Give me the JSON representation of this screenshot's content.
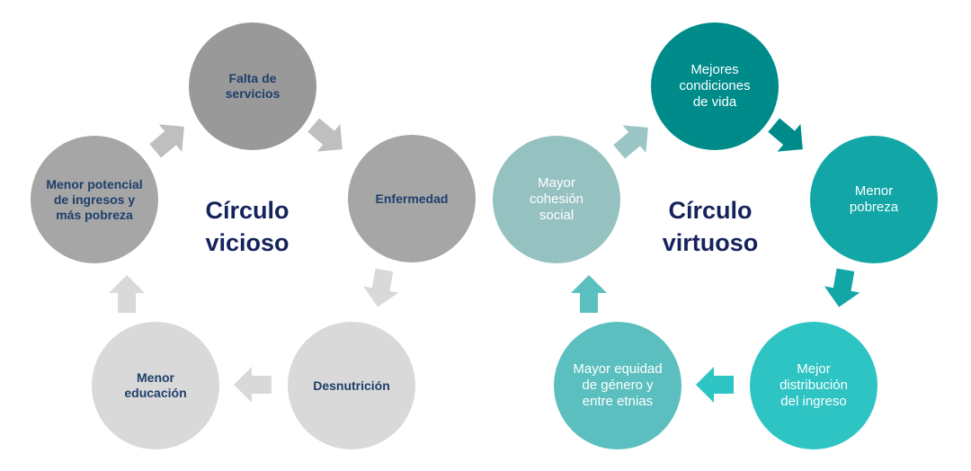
{
  "vicious": {
    "title_line1": "Círculo",
    "title_line2": "vicioso",
    "nodes": [
      {
        "label": "Falta de servicios",
        "color": "#999999"
      },
      {
        "label": "Enfermedad",
        "color": "#a6a6a6"
      },
      {
        "label": "Desnutrición",
        "color": "#d9d9d9"
      },
      {
        "label": "Menor educación",
        "color": "#d9d9d9"
      },
      {
        "label": "Menor potencial de ingresos y más pobreza",
        "color": "#a6a6a6"
      }
    ],
    "arrow_colors": [
      "#bfbfbf",
      "#bfbfbf",
      "#d9d9d9",
      "#d9d9d9",
      "#d9d9d9"
    ]
  },
  "virtuous": {
    "title_line1": "Círculo",
    "title_line2": "virtuoso",
    "nodes": [
      {
        "label": "Mejores condiciones de vida",
        "color": "#008b8b"
      },
      {
        "label": "Menor pobreza",
        "color": "#12a6a6"
      },
      {
        "label": "Mejor distribución del ingreso",
        "color": "#2ec4c4"
      },
      {
        "label": "Mayor equidad de género y entre etnias",
        "color": "#5cbfbf"
      },
      {
        "label": "Mayor cohesión social",
        "color": "#96c1c1"
      }
    ],
    "arrow_colors": [
      "#9cc6c6",
      "#008b8b",
      "#12a6a6",
      "#2ec4c4",
      "#5cbfbf"
    ]
  }
}
